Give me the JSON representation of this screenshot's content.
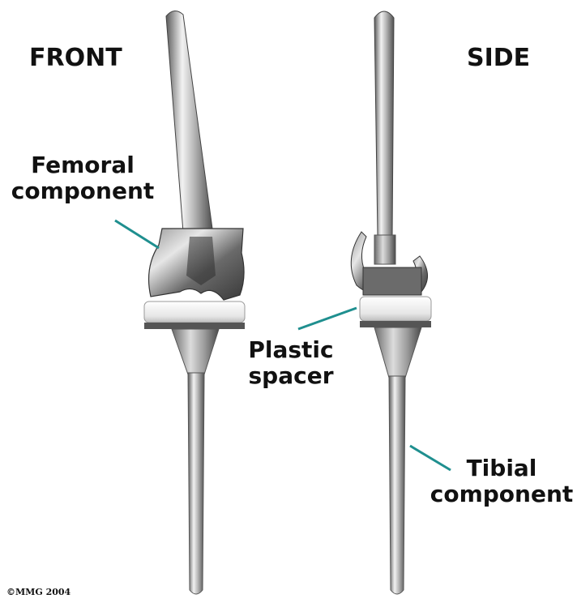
{
  "views": {
    "front": "FRONT",
    "side": "SIDE"
  },
  "labels": {
    "femoral": {
      "line1": "Femoral",
      "line2": "component"
    },
    "plastic": {
      "line1": "Plastic",
      "line2": "spacer"
    },
    "tibial": {
      "line1": "Tibial",
      "line2": "component"
    }
  },
  "copyright": "©MMG 2004",
  "colors": {
    "leader": "#1f8f8f",
    "metal_dark": "#4a4a4a",
    "metal_light": "#e8e8e8",
    "plastic": "#f5f5f5"
  }
}
